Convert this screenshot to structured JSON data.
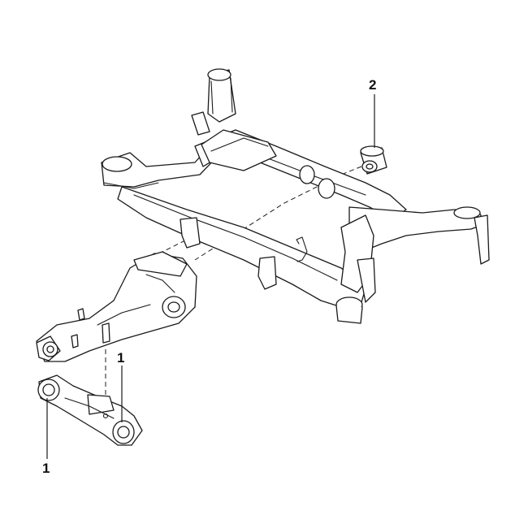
{
  "callouts": [
    {
      "id": "bushing-right",
      "label": "2"
    },
    {
      "id": "differential-mount-top",
      "label": "1"
    },
    {
      "id": "differential-mount-bottom",
      "label": "1"
    }
  ],
  "colors": {
    "line": "#1a1a1a",
    "background": "#ffffff"
  }
}
